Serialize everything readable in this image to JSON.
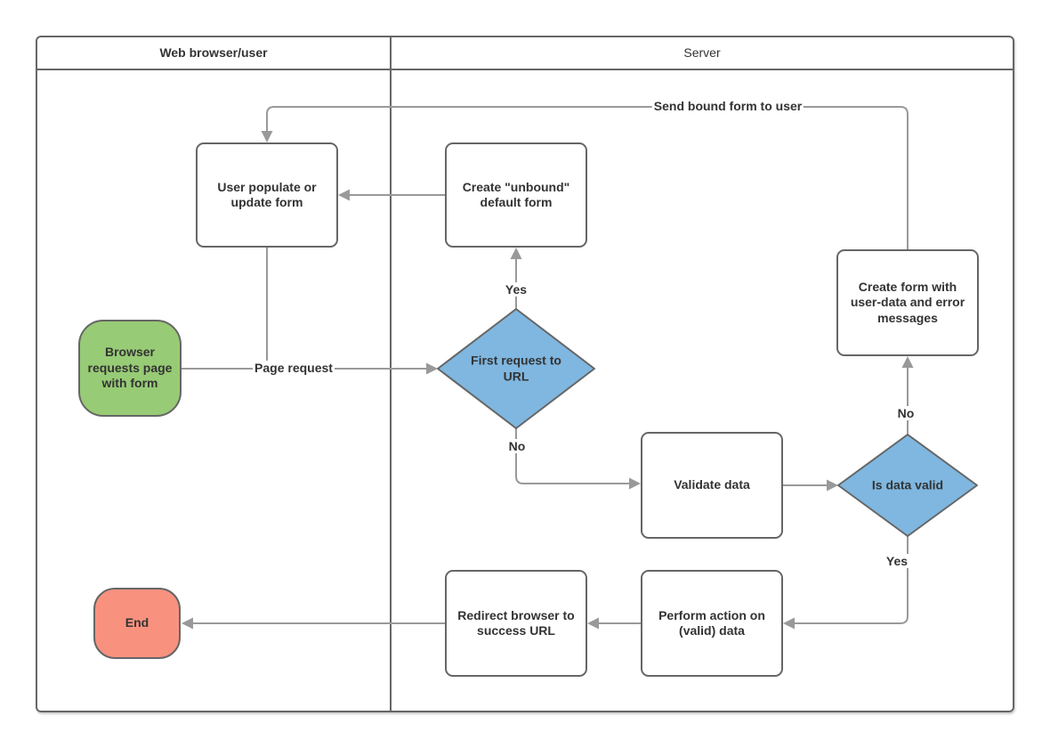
{
  "diagram": {
    "lanes": {
      "browser": {
        "title": "Web browser/user"
      },
      "server": {
        "title": "Server"
      }
    },
    "nodes": {
      "start": {
        "label": "Browser requests page with form",
        "type": "terminator"
      },
      "user_populate": {
        "label": "User populate or update form",
        "type": "process"
      },
      "create_unbound": {
        "label": "Create \"unbound\" default form",
        "type": "process"
      },
      "first_request": {
        "label": "First request to URL",
        "type": "decision"
      },
      "validate_data": {
        "label": "Validate data",
        "type": "process"
      },
      "is_data_valid": {
        "label": "Is data valid",
        "type": "decision"
      },
      "create_form": {
        "label": "Create form with user-data and error messages",
        "type": "process"
      },
      "perform_action": {
        "label": "Perform action on (valid) data",
        "type": "process"
      },
      "redirect": {
        "label": "Redirect browser to success URL",
        "type": "process"
      },
      "end": {
        "label": "End",
        "type": "terminator"
      }
    },
    "edge_labels": {
      "page_request": "Page request",
      "yes_first": "Yes",
      "no_first": "No",
      "no_valid": "No",
      "yes_valid": "Yes",
      "send_bound": "Send bound form to user"
    },
    "colors": {
      "start_fill": "#97CB75",
      "end_fill": "#F9917F",
      "decision_fill": "#7FB7E0",
      "process_fill": "#FFFFFF",
      "node_border": "#666666",
      "connector": "#999999",
      "text": "#333333"
    }
  }
}
